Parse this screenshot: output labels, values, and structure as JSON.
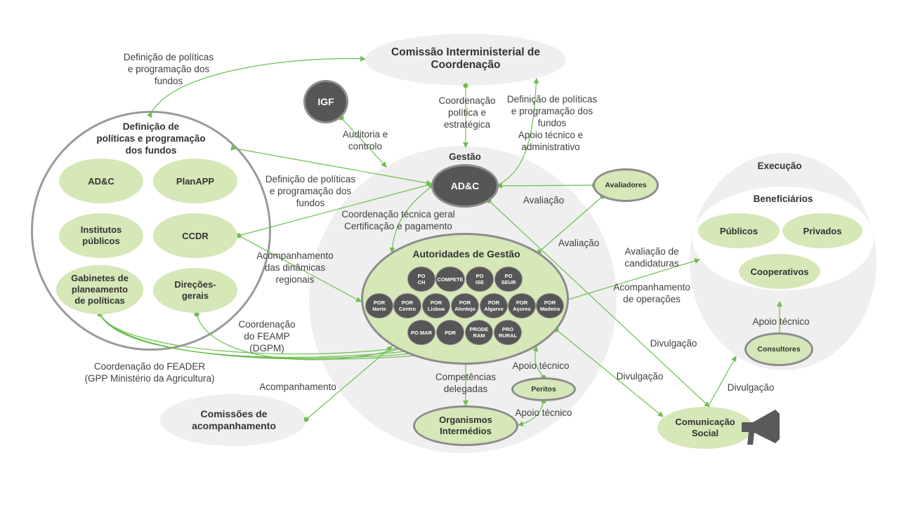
{
  "nodes": {
    "cic": "Comissão Interministerial de\nCoordenação",
    "igf": "IGF",
    "definicao_title": "Definição de\npolíticas e programação\ndos fundos",
    "adc_small": "AD&C",
    "planapp": "PlanAPP",
    "institutos": "Institutos\npúblicos",
    "ccdr": "CCDR",
    "gabinetes": "Gabinetes de\nplaneamento\nde políticas",
    "direcoes": "Direções-\ngerais",
    "gestao_title": "Gestão",
    "adc_main": "AD&C",
    "avaliadores": "Avaliadores",
    "autoridades_title": "Autoridades de Gestão",
    "peritos": "Peritos",
    "organismos": "Organismos\nIntermédios",
    "comissoes": "Comissões de\nacompanhamento",
    "comunicacao": "Comunicação\nSocial",
    "execucao_title": "Execução",
    "beneficiarios_title": "Beneficiários",
    "publicos": "Públicos",
    "privados": "Privados",
    "cooperativos": "Cooperativos",
    "consultores": "Consultores"
  },
  "programs": [
    "PO\nCH",
    "COMPETE",
    "PO\nISE",
    "PO\nSEUR",
    "POR\nNorte",
    "POR\nCentro",
    "POR\nLisboa",
    "POR\nAlentejo",
    "POR\nAlgarve",
    "POR\nAçores",
    "POR\nMadeira",
    "PO MAR",
    "PDR",
    "PRODE\nRAM",
    "PRO\nRURAL"
  ],
  "labels": {
    "def_top_left": "Definição de políticas\ne programação dos\nfundos",
    "coord_politica": "Coordenação\npolítica e\nestratégica",
    "def_top_right": "Definição de políticas\ne programação dos\nfundos",
    "apoio_admin": "Apoio técnico e\nadministrativo",
    "auditoria": "Auditoria e\ncontrolo",
    "def_mid": "Definição de políticas\ne programação dos\nfundos",
    "coord_tecnica": "Coordenação técnica geral\nCertificação e pagamento",
    "avaliacao1": "Avaliação",
    "avaliacao2": "Avaliação",
    "acompanhamento_dinamicas": "Acompanhamento\ndas dinâmicas\nregionais",
    "coord_feamp": "Coordenação\ndo FEAMP\n(DGPM)",
    "coord_feader": "Coordenação do FEADER\n(GPP Ministério da Agricultura)",
    "acompanhamento": "Acompanhamento",
    "competencias": "Competências\ndelegadas",
    "apoio_tecnico1": "Apoio técnico",
    "apoio_tecnico2": "Apoio técnico",
    "aval_candidaturas": "Avaliação de\ncandidaturas",
    "acomp_operacoes": "Acompanhamento\nde operações",
    "divulgacao1": "Divulgação",
    "divulgacao2": "Divulgação",
    "divulgacao3": "Divulgação",
    "apoio_tecnico3": "Apoio técnico"
  },
  "colors": {
    "arrow": "#6cbf4f",
    "light_green": "#d6e7b8",
    "dark_node": "#565656",
    "background_bubble": "#efefef"
  },
  "icons": [
    "megaphone-icon"
  ]
}
